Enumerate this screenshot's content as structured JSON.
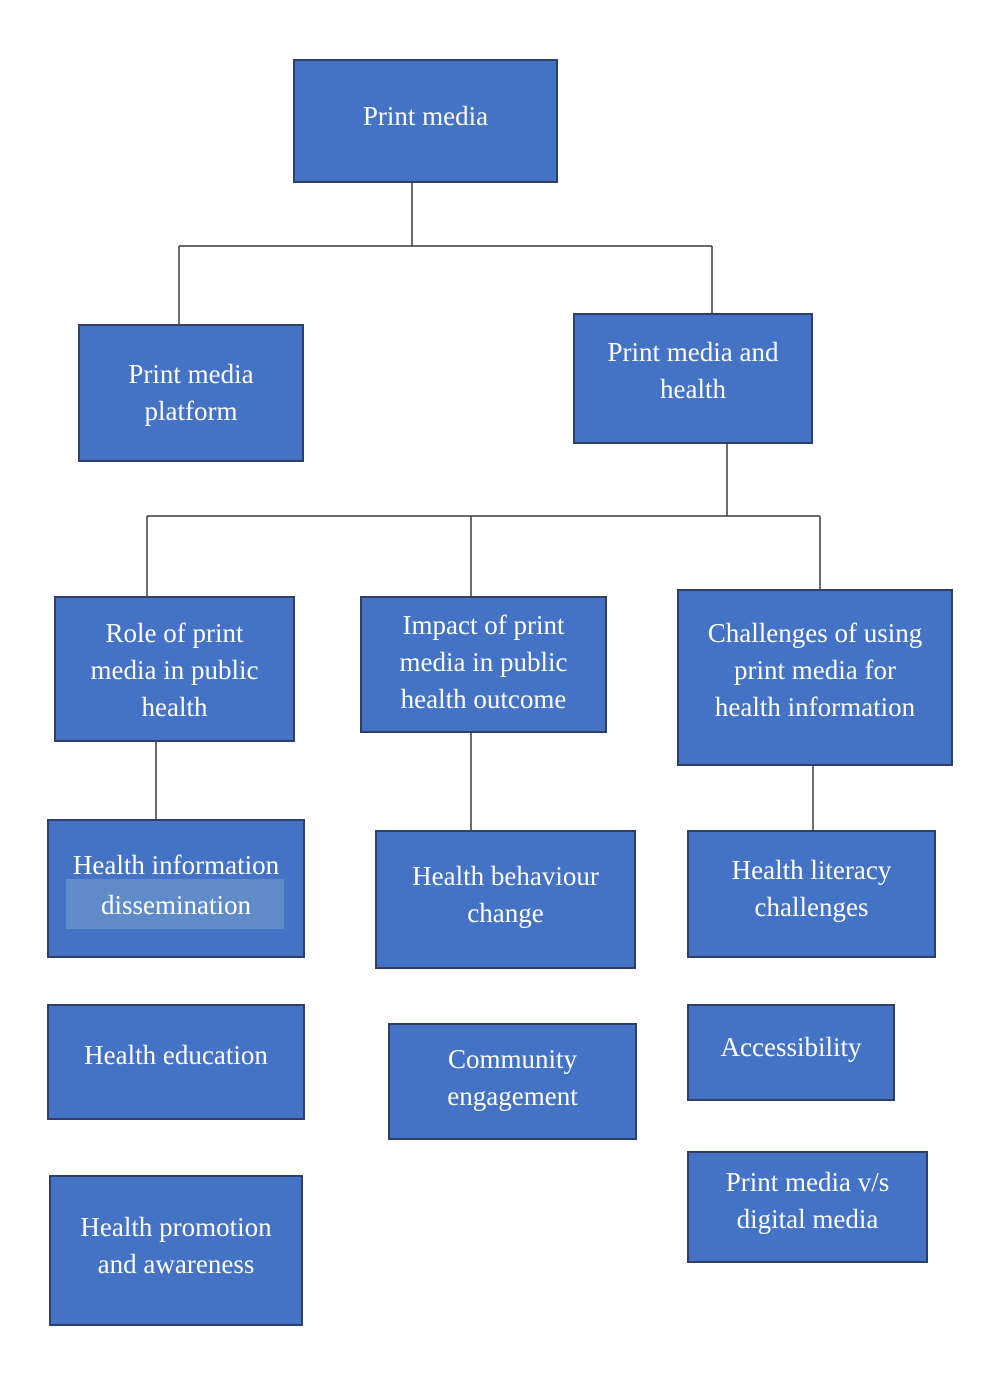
{
  "diagram": {
    "root": {
      "lines": [
        "Print media"
      ]
    },
    "level1": [
      {
        "lines": [
          "Print media",
          "platform"
        ]
      },
      {
        "lines": [
          "Print media and",
          "health"
        ]
      }
    ],
    "level2": [
      {
        "lines": [
          "Role of print",
          "media in public",
          "health"
        ]
      },
      {
        "lines": [
          "Impact of print",
          "media in public",
          "health outcome"
        ]
      },
      {
        "lines": [
          "Challenges of using",
          "print media for",
          "health information"
        ]
      }
    ],
    "role_items": [
      {
        "lines": [
          "Health information",
          "dissemination"
        ]
      },
      {
        "lines": [
          "Health education"
        ]
      },
      {
        "lines": [
          "Health promotion",
          "and awareness"
        ]
      }
    ],
    "impact_items": [
      {
        "lines": [
          "Health behaviour",
          "change"
        ]
      },
      {
        "lines": [
          "Community",
          "engagement"
        ]
      }
    ],
    "challenge_items": [
      {
        "lines": [
          "Health literacy",
          "challenges"
        ]
      },
      {
        "lines": [
          "Accessibility"
        ]
      },
      {
        "lines": [
          "Print media v/s",
          "digital media"
        ]
      }
    ],
    "colors": {
      "box_fill": "#4472c4",
      "box_border": "#2f3f68",
      "box_text": "#ffffff",
      "connector": "#3a3a3a",
      "highlight": "#5f8cc8"
    }
  }
}
